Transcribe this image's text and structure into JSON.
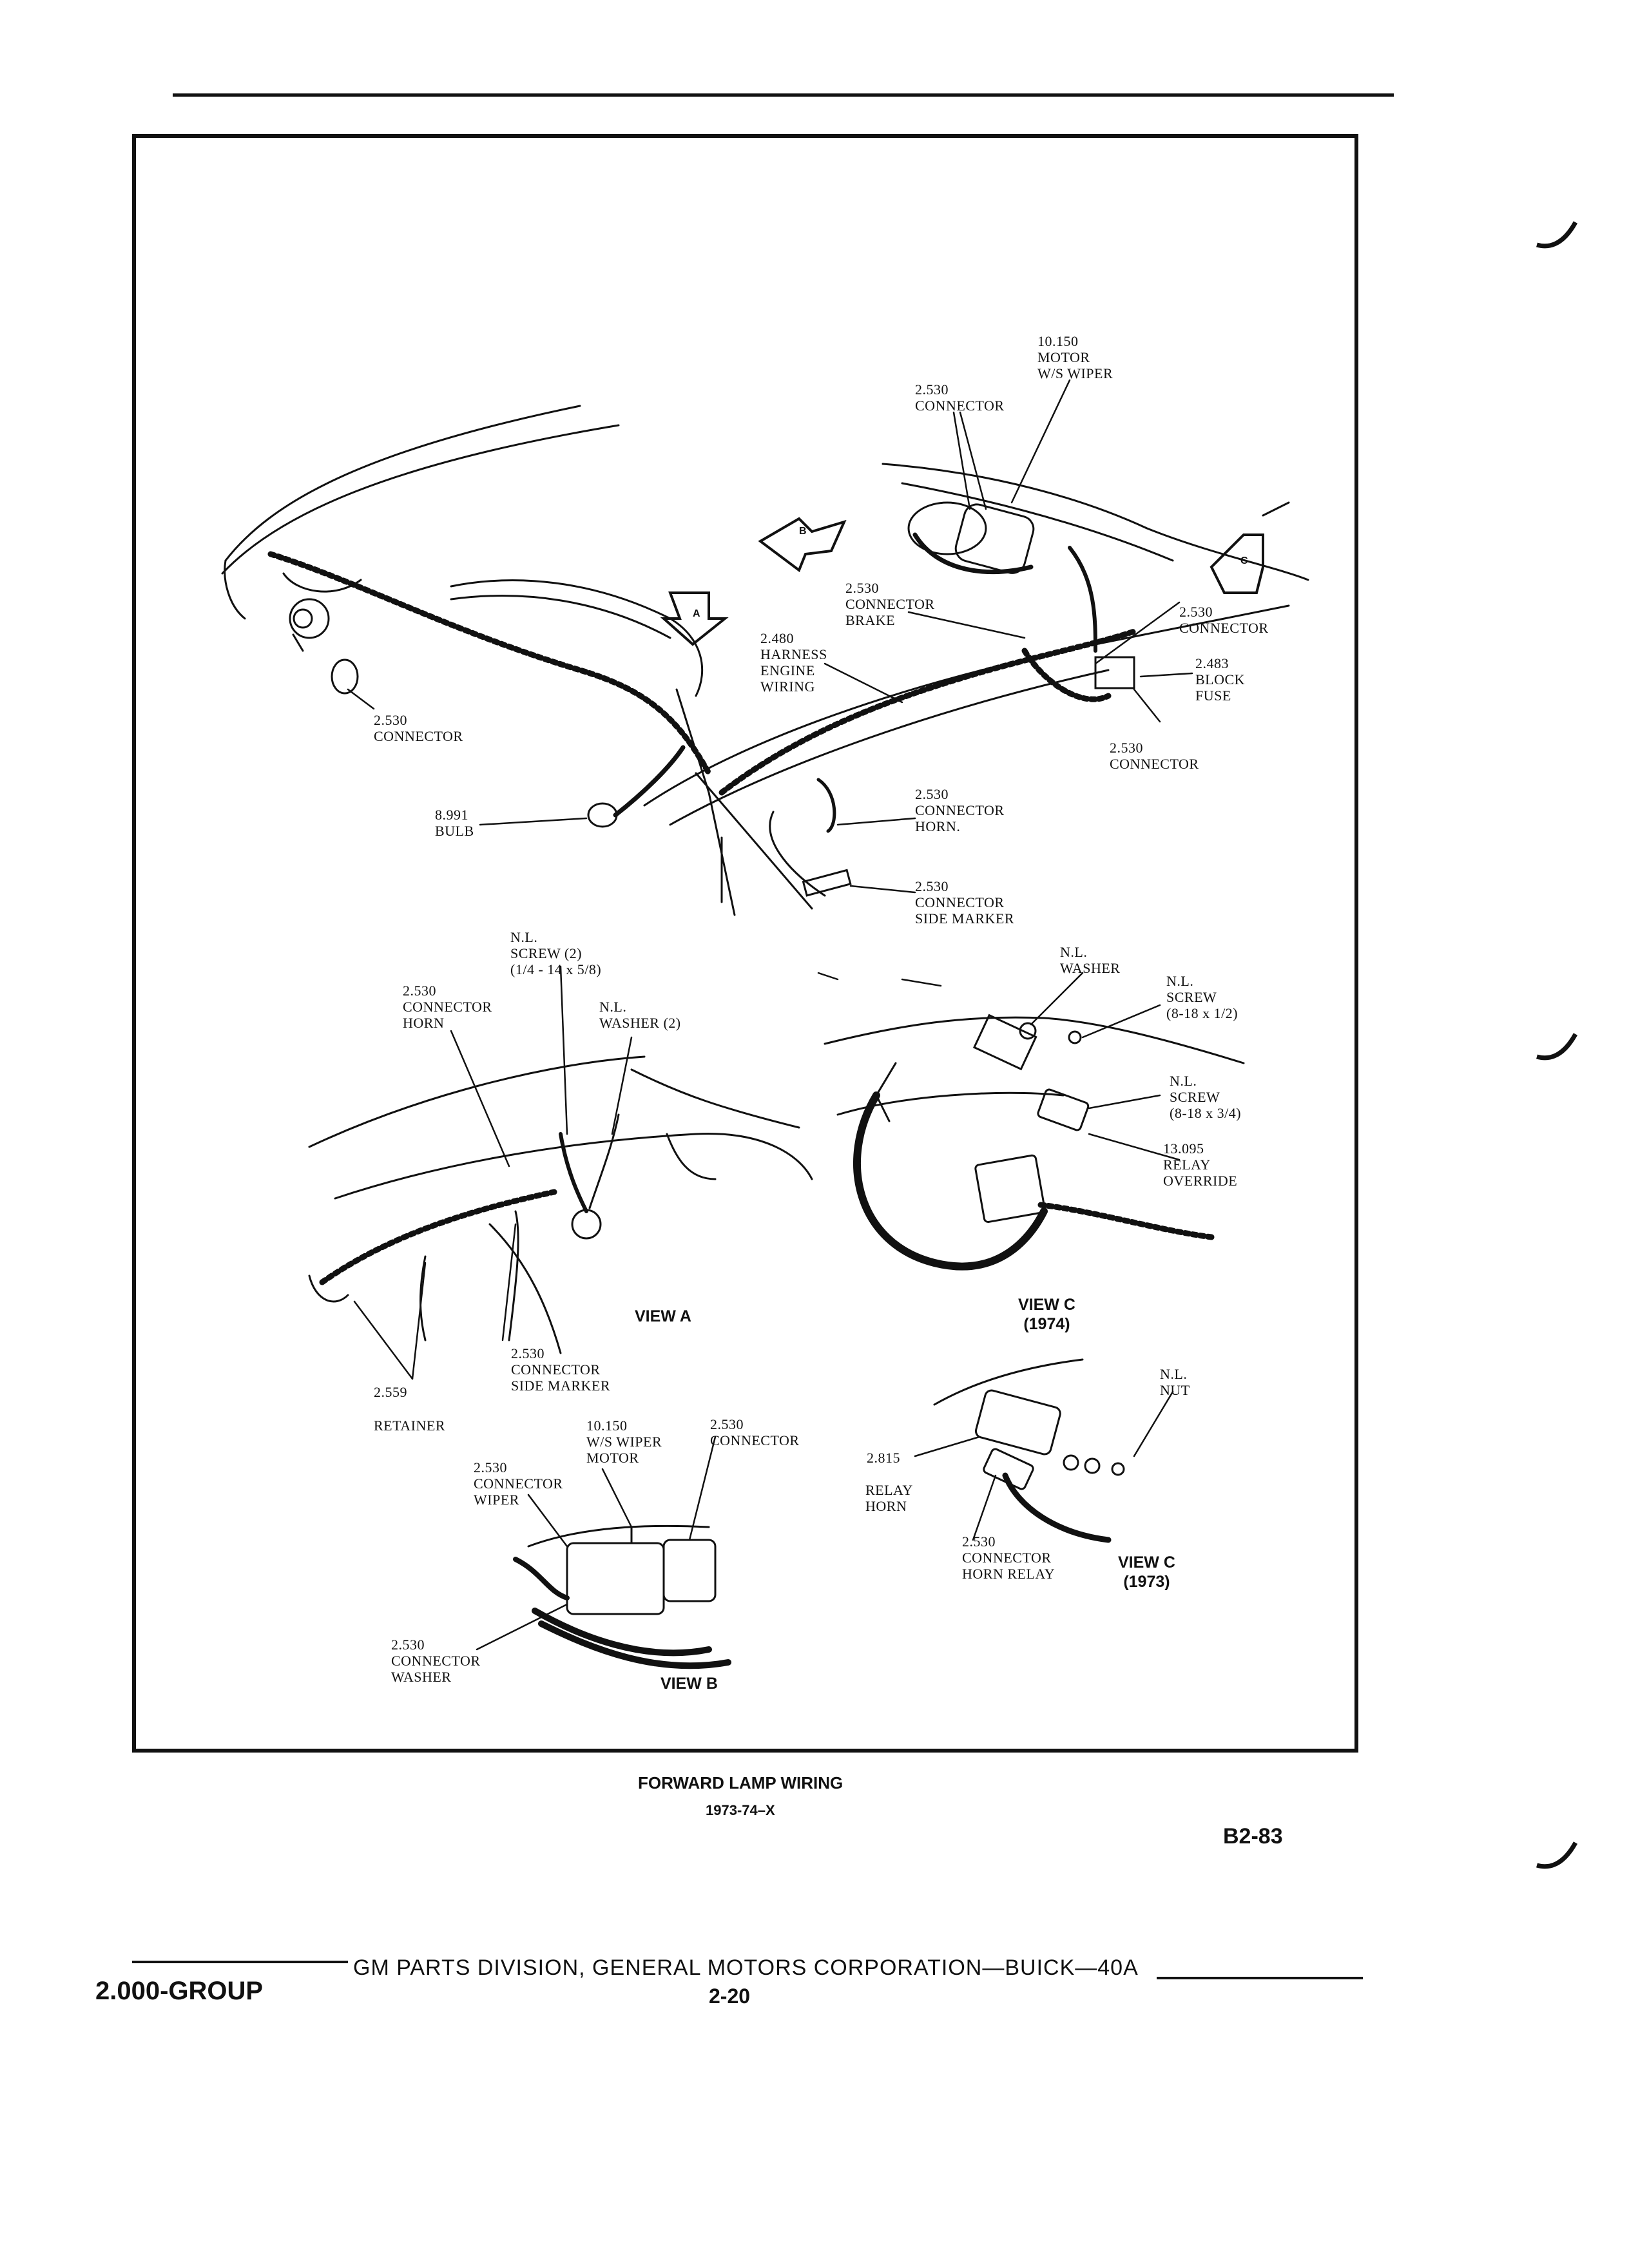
{
  "header": {
    "top_rule": true
  },
  "callouts": {
    "motor_ws_wiper_top": [
      "10.150",
      "MOTOR",
      "W/S WIPER"
    ],
    "connector_top": [
      "2.530",
      "CONNECTOR"
    ],
    "connector_brake": [
      "2.530",
      "CONNECTOR",
      "BRAKE"
    ],
    "harness_engine_wiring": [
      "2.480",
      "HARNESS",
      "ENGINE",
      "WIRING"
    ],
    "connector_right": [
      "2.530",
      "CONNECTOR"
    ],
    "block_fuse": [
      "2.483",
      "BLOCK",
      "FUSE"
    ],
    "connector_left": [
      "2.530",
      "CONNECTOR"
    ],
    "connector_lower_right": [
      "2.530",
      "CONNECTOR"
    ],
    "bulb": [
      "8.991",
      "BULB"
    ],
    "connector_horn_main": [
      "2.530",
      "CONNECTOR",
      "HORN."
    ],
    "connector_side_marker_main": [
      "2.530",
      "CONNECTOR",
      "SIDE MARKER"
    ],
    "nl_screw_2": [
      "N.L.",
      "SCREW (2)",
      "(1/4 - 14 x 5/8)"
    ],
    "connector_horn_a": [
      "2.530",
      "CONNECTOR",
      "HORN"
    ],
    "nl_washer_2": [
      "N.L.",
      "WASHER (2)"
    ],
    "nl_washer_c": [
      "N.L.",
      "WASHER"
    ],
    "nl_screw_8_18_half": [
      "N.L.",
      "SCREW",
      "(8-18 x 1/2)"
    ],
    "nl_screw_8_18_three_quarter": [
      "N.L.",
      "SCREW",
      "(8-18 x 3/4)"
    ],
    "relay_override": [
      "13.095",
      "",
      "RELAY",
      "OVERRIDE"
    ],
    "connector_side_marker_a": [
      "2.530",
      "CONNECTOR",
      "SIDE MARKER"
    ],
    "retainer_num": [
      "2.559"
    ],
    "retainer": [
      "RETAINER"
    ],
    "nl_nut": [
      "N.L.",
      "NUT"
    ],
    "ws_wiper_motor_b": [
      "10.150",
      "W/S WIPER",
      "MOTOR"
    ],
    "connector_b": [
      "2.530",
      "CONNECTOR"
    ],
    "connector_wiper": [
      "2.530",
      "CONNECTOR",
      "WIPER"
    ],
    "relay_horn_num": [
      "2.815"
    ],
    "relay_horn": [
      "RELAY",
      "HORN"
    ],
    "connector_horn_relay": [
      "2.530",
      "CONNECTOR",
      "HORN RELAY"
    ],
    "connector_washer": [
      "2.530",
      "CONNECTOR",
      "WASHER"
    ]
  },
  "views": {
    "view_a": "VIEW A",
    "view_b": "VIEW B",
    "view_c_1974": [
      "VIEW C",
      "(1974)"
    ],
    "view_c_1973": [
      "VIEW C",
      "(1973)"
    ]
  },
  "view_arrows": {
    "a": "A",
    "b": "B",
    "c": "C"
  },
  "caption": {
    "title": "FORWARD LAMP WIRING",
    "subtitle": "1973-74–X"
  },
  "figure_number": "B2-83",
  "footer": {
    "group": "2.000-GROUP",
    "publisher": "GM PARTS DIVISION, GENERAL MOTORS CORPORATION—BUICK—40A",
    "page": "2-20"
  }
}
